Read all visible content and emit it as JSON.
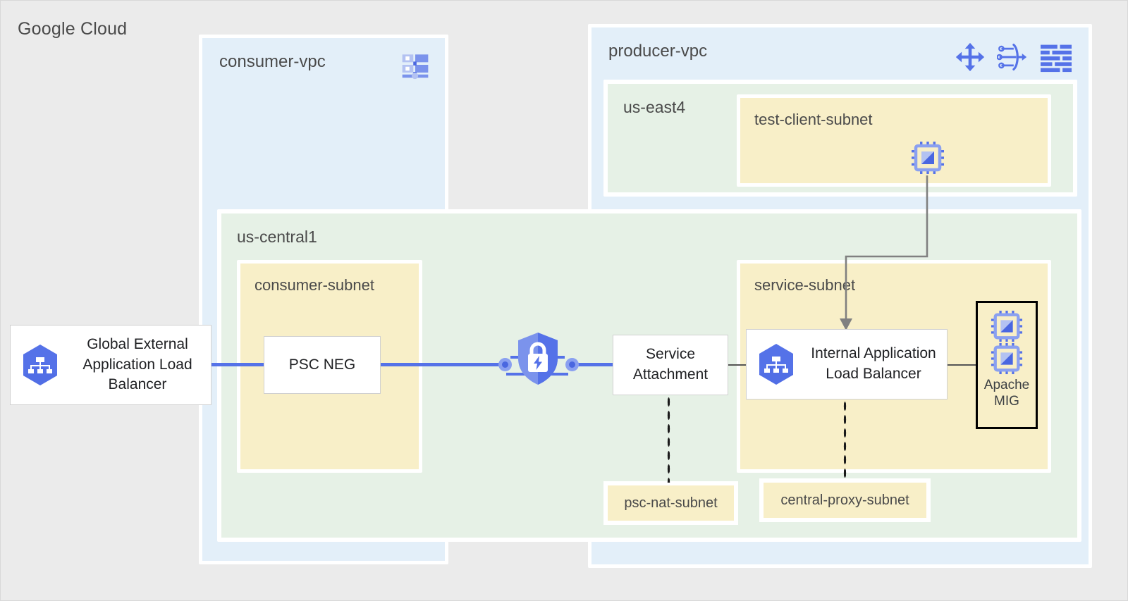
{
  "diagram": {
    "title": "Google Cloud",
    "background_color": "#ebebeb",
    "accent_blue": "#5572e8",
    "vpc_fill": "#e3eff9",
    "region_fill": "#e6f1e6",
    "subnet_fill": "#f8efc8"
  },
  "consumer_vpc": {
    "label": "consumer-vpc",
    "icon": "subnet-grid-icon"
  },
  "producer_vpc": {
    "label": "producer-vpc",
    "icons": [
      "cloud-router-icon",
      "load-balancer-icon",
      "subnet-grid-icon"
    ]
  },
  "regions": {
    "us_east4": {
      "label": "us-east4"
    },
    "us_central1": {
      "label": "us-central1"
    }
  },
  "subnets": {
    "test_client": {
      "label": "test-client-subnet",
      "vm_icon": "vm-chip-icon"
    },
    "consumer": {
      "label": "consumer-subnet"
    },
    "service": {
      "label": "service-subnet"
    },
    "psc_nat": {
      "label": "psc-nat-subnet"
    },
    "central_proxy": {
      "label": "central-proxy-subnet"
    }
  },
  "nodes": {
    "global_external_lb": {
      "label": "Global External Application Load Balancer",
      "icon": "load-balancer-hex-icon"
    },
    "psc_neg": {
      "label": "PSC NEG"
    },
    "service_attachment": {
      "label": "Service Attachment"
    },
    "internal_lb": {
      "label": "Internal Application Load Balancer",
      "icon": "load-balancer-hex-icon"
    },
    "apache_mig": {
      "label": "Apache MIG",
      "vm_icon": "vm-chip-icon",
      "vm_count": 2
    }
  },
  "connectors": {
    "psc_link": {
      "icon": "private-service-connect-shield-icon"
    },
    "test_client_to_ilb": {
      "style": "solid-gray-arrow"
    },
    "service_attachment_to_psc_nat": {
      "style": "dotted"
    },
    "ilb_to_central_proxy": {
      "style": "dotted"
    }
  }
}
